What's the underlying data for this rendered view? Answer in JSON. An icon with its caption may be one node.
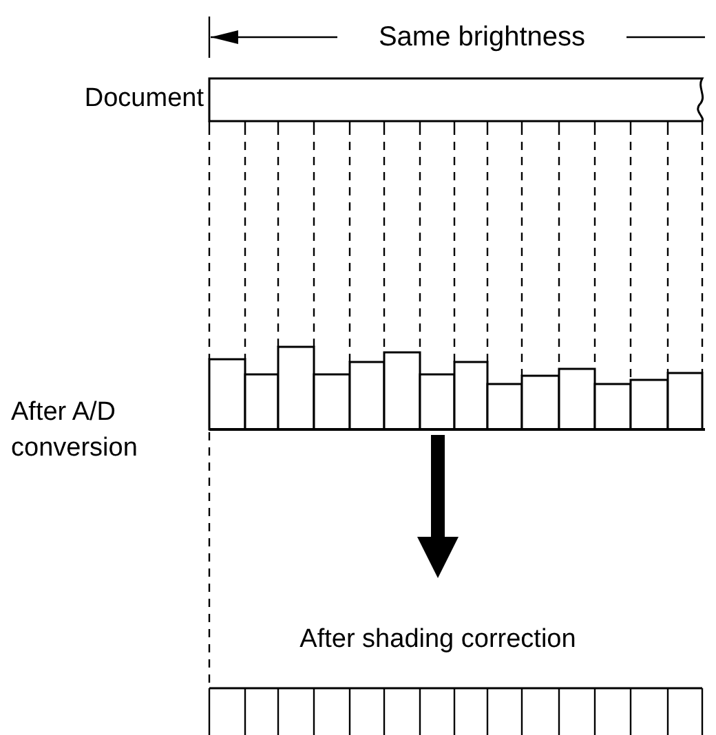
{
  "diagram": {
    "nodes": [
      {
        "text": [
          "Document"
        ]
      },
      {
        "text": [],
        "shape": "bar",
        "beside": [
          "After A/D conversion"
        ]
      },
      {
        "text": [
          "After shading correction"
        ]
      }
    ],
    "edges": [
      {
        "from": 0,
        "to": 1,
        "arrow": "none",
        "style": "dashed"
      },
      {
        "from": 0,
        "to": 1,
        "arrow": "none",
        "style": "dashed"
      },
      {
        "from": 0,
        "to": 1,
        "arrow": "none",
        "style": "dashed"
      },
      {
        "from": 0,
        "to": 1,
        "arrow": "none",
        "style": "dashed"
      },
      {
        "from": 0,
        "to": 1,
        "arrow": "none",
        "style": "dashed"
      },
      {
        "from": 0,
        "to": 1,
        "arrow": "none",
        "style": "dashed"
      },
      {
        "from": 0,
        "to": 1,
        "arrow": "none",
        "style": "dashed"
      },
      {
        "from": 0,
        "to": 1,
        "arrow": "none",
        "style": "dashed"
      },
      {
        "from": 0,
        "to": 1,
        "arrow": "none",
        "style": "dashed"
      },
      {
        "from": 0,
        "to": 1,
        "arrow": "none",
        "style": "dashed"
      },
      {
        "from": 0,
        "to": 1,
        "arrow": "none",
        "style": "dashed"
      },
      {
        "from": 0,
        "to": 1,
        "arrow": "none",
        "style": "dashed"
      },
      {
        "from": 0,
        "to": 1,
        "arrow": "none",
        "style": "dashed"
      },
      {
        "from": 0,
        "to": 1,
        "arrow": "none",
        "style": "dashed"
      },
      {
        "from": 0,
        "to": 1,
        "arrow": "none",
        "style": "dashed"
      },
      {
        "from": 1,
        "to": 2,
        "arrow": "none",
        "style": "dashed"
      },
      {
        "from": 1,
        "to": 2,
        "arrow": "to",
        "style": "thick"
      }
    ],
    "labels": [
      "Same brightness"
    ]
  }
}
